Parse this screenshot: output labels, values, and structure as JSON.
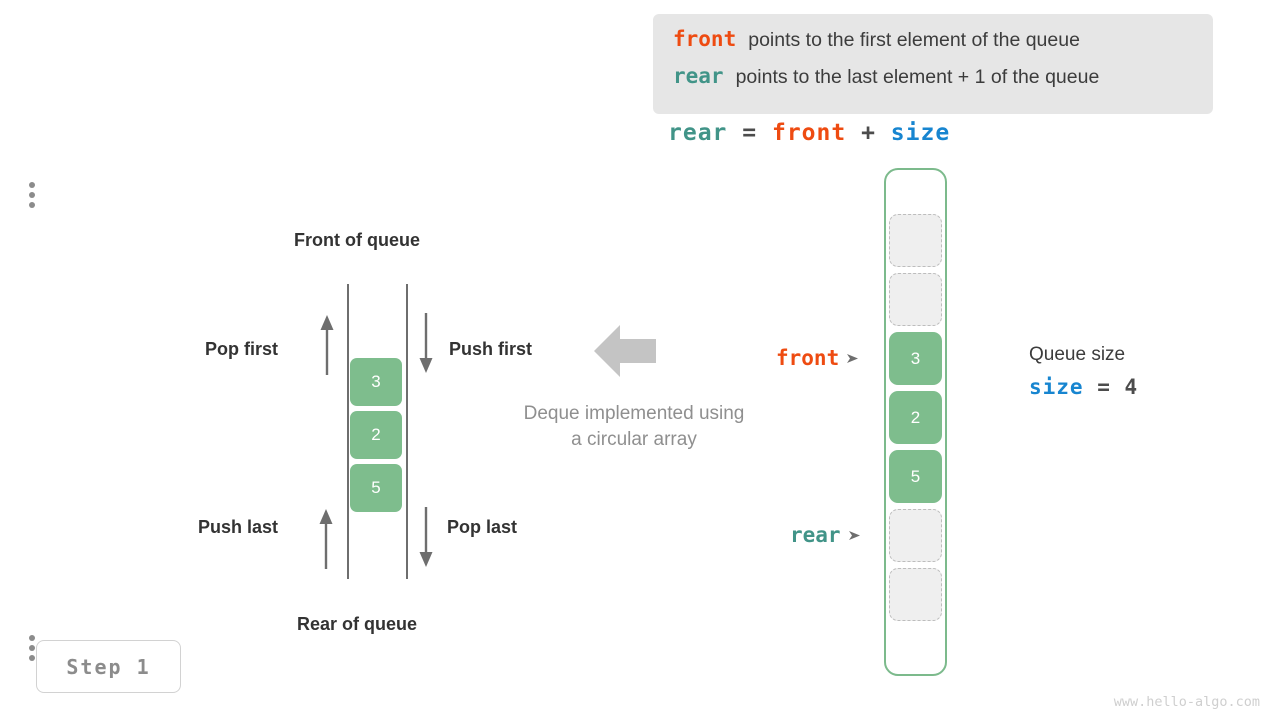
{
  "legend": {
    "rows": [
      {
        "key": "front",
        "text": "points to the first element of the queue",
        "color": "#ee4b11"
      },
      {
        "key": "rear",
        "text": "points to the last element + 1 of the queue",
        "color": "#419488"
      }
    ]
  },
  "formula": {
    "lhs": "rear",
    "eq": "=",
    "rhs1": "front",
    "plus": "+",
    "rhs2": "size"
  },
  "deque": {
    "front_label": "Front of queue",
    "rear_label": "Rear of queue",
    "ops": {
      "pop_first": "Pop first",
      "push_first": "Push first",
      "push_last": "Push last",
      "pop_last": "Pop last"
    },
    "cells": [
      "3",
      "2",
      "5"
    ],
    "caption_line1": "Deque implemented using",
    "caption_line2": "a circular array"
  },
  "array": {
    "slots": [
      {
        "state": "empty",
        "value": ""
      },
      {
        "state": "empty",
        "value": ""
      },
      {
        "state": "filled",
        "value": "3"
      },
      {
        "state": "filled",
        "value": "2"
      },
      {
        "state": "filled",
        "value": "5"
      },
      {
        "state": "empty",
        "value": ""
      },
      {
        "state": "empty",
        "value": ""
      }
    ]
  },
  "pointers": {
    "front": "front",
    "rear": "rear"
  },
  "queue_size": {
    "title": "Queue size",
    "var": "size",
    "eq": "=",
    "value": "4"
  },
  "step_badge": "Step  1",
  "watermark": "www.hello-algo.com",
  "colors": {
    "green": "#7ebd8d",
    "orange": "#ee4b11",
    "teal": "#419488",
    "blue": "#1785d0",
    "gray_arrow": "#6e6e6e",
    "legend_bg": "#e6e6e6"
  }
}
